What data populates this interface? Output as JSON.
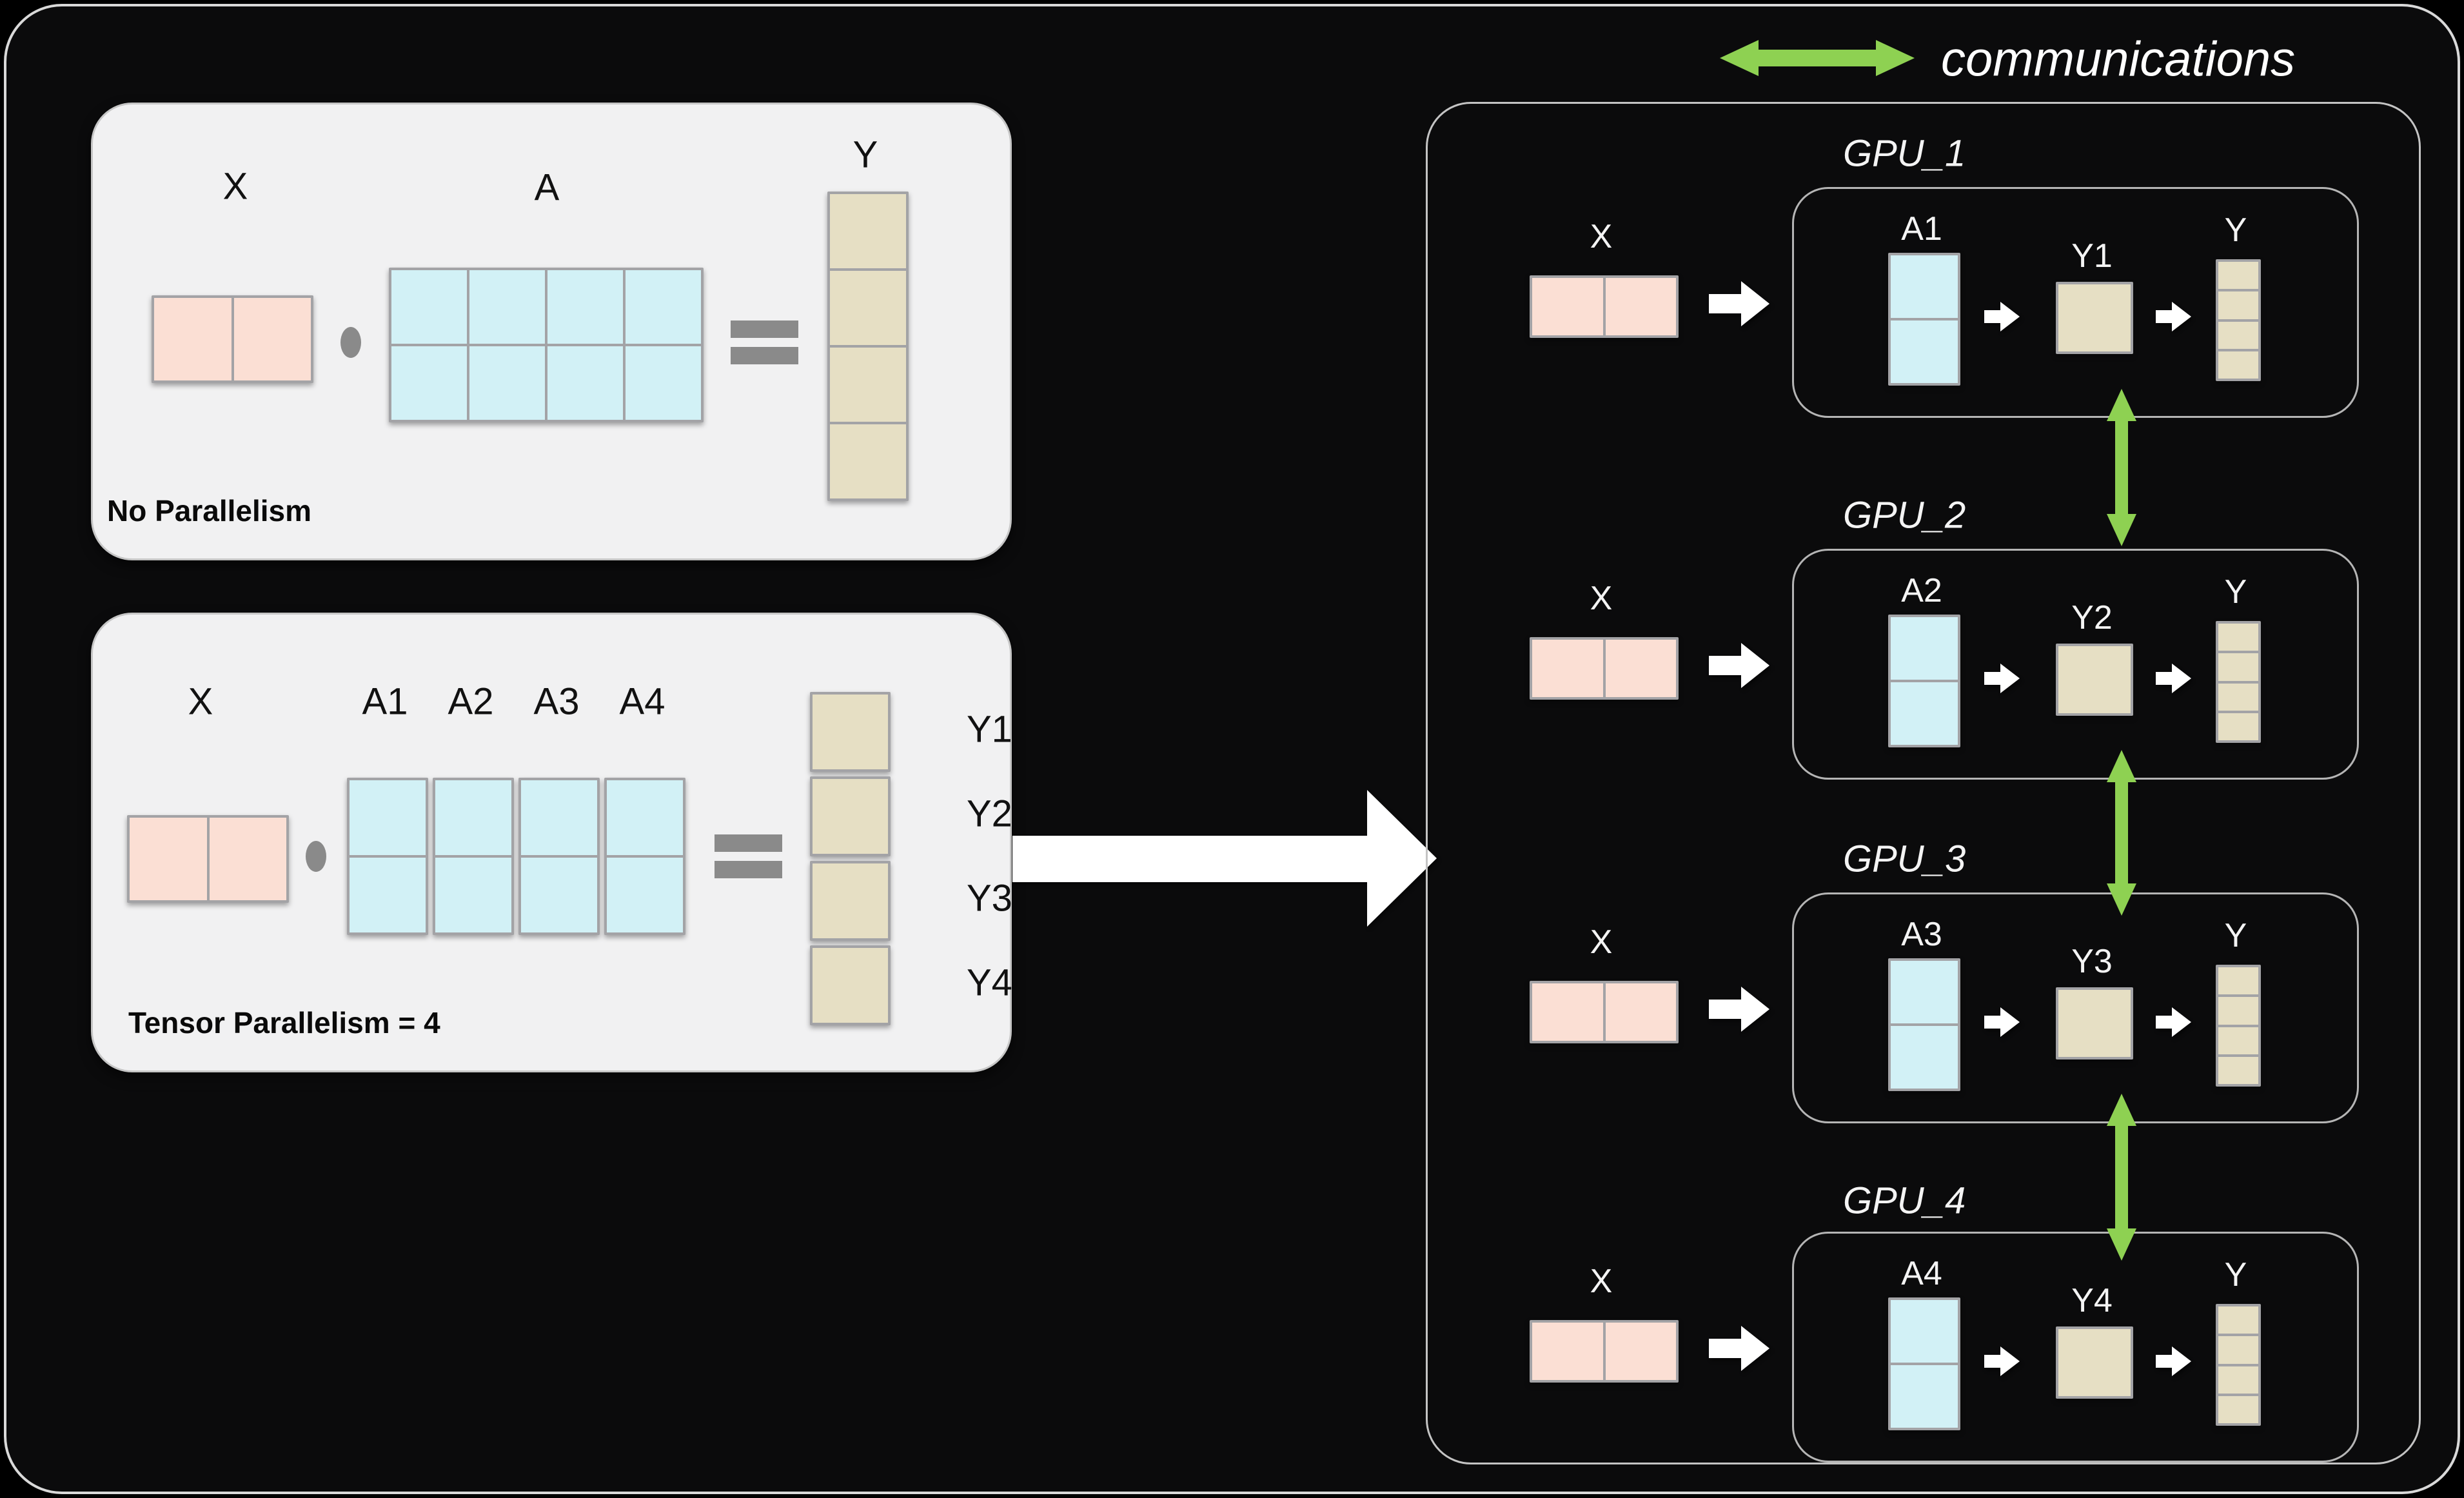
{
  "legend": {
    "label": "communications"
  },
  "panels": {
    "no_parallelism": {
      "caption": "No Parallelism",
      "x_label": "X",
      "a_label": "A",
      "y_label": "Y",
      "x_shape": "1x2",
      "a_shape": "2x4",
      "y_shape": "4x1"
    },
    "tensor_parallelism": {
      "caption": "Tensor Parallelism = 4",
      "x_label": "X",
      "a_labels": [
        "A1",
        "A2",
        "A3",
        "A4"
      ],
      "y_labels": [
        "Y1",
        "Y2",
        "Y3",
        "Y4"
      ],
      "x_shape": "1x2",
      "a_col_shape": "2x1",
      "y_block_shape": "1x1"
    }
  },
  "right": {
    "gpus": [
      {
        "title": "GPU_1",
        "x": "X",
        "a": "A1",
        "y_partial": "Y1",
        "y": "Y"
      },
      {
        "title": "GPU_2",
        "x": "X",
        "a": "A2",
        "y_partial": "Y2",
        "y": "Y"
      },
      {
        "title": "GPU_3",
        "x": "X",
        "a": "A3",
        "y_partial": "Y3",
        "y": "Y"
      },
      {
        "title": "GPU_4",
        "x": "X",
        "a": "A4",
        "y_partial": "Y4",
        "y": "Y"
      }
    ]
  },
  "icons": {
    "dot": "dot-operator-icon",
    "equals": "equals-icon",
    "flow": "flow-arrow-icon",
    "comms": "comms-arrow-icon"
  },
  "colors": {
    "background": "#000000",
    "panel_light": "#f1f1f2",
    "matrix_border": "#a3a3a6",
    "x_fill": "#fbdfd4",
    "a_fill": "#d2f1f6",
    "y_fill": "#e6dfc4",
    "operator_gray": "#8a8a8a",
    "comms_green": "#8ed152",
    "box_border": "#b5b5b5"
  }
}
